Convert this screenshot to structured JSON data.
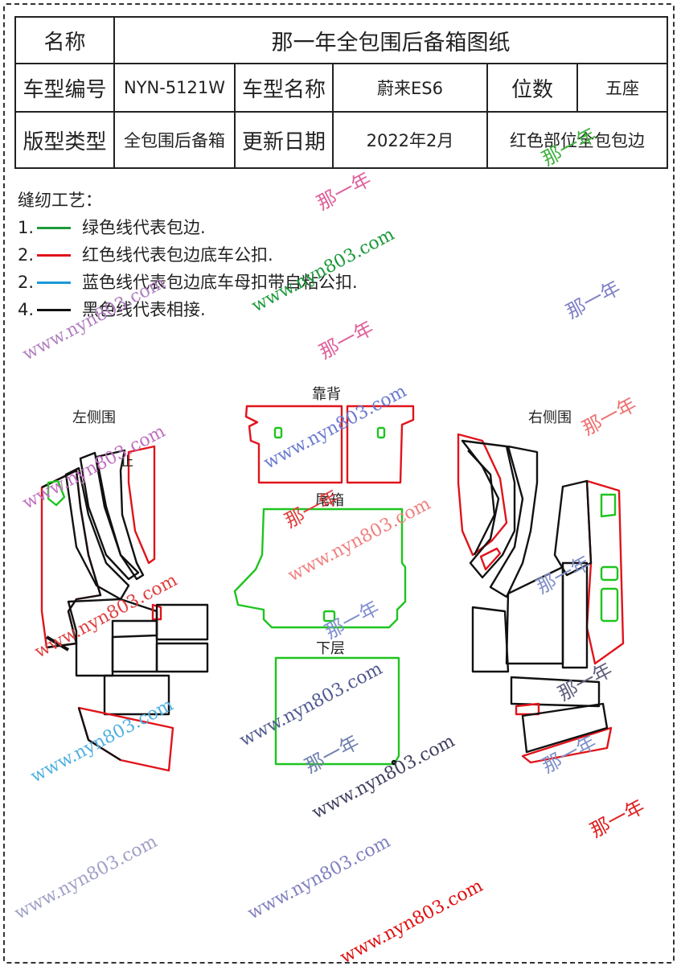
{
  "table": {
    "name_label": "名称",
    "title": "那一年全包围后备箱图纸",
    "model_no_label": "车型编号",
    "model_no": "NYN-5121W",
    "model_name_label": "车型名称",
    "model_name": "蔚来ES6",
    "seats_label": "位数",
    "seats": "五座",
    "type_label": "版型类型",
    "type": "全包围后备箱",
    "update_label": "更新日期",
    "update_date": "2022年2月",
    "note": "红色部位全包包边"
  },
  "legend": {
    "heading": "缝纫工艺：",
    "items": [
      {
        "num": "1.",
        "color": "#1a9a3a",
        "text": "绿色线代表包边."
      },
      {
        "num": "2.",
        "color": "#e0141b",
        "text": "红色线代表包边底车公扣."
      },
      {
        "num": "2.",
        "color": "#1a9ad6",
        "text": "蓝色线代表包边底车母扣带自粘公扣."
      },
      {
        "num": "4.",
        "color": "#111111",
        "text": "黑色线代表相接."
      }
    ]
  },
  "parts": {
    "left_side": "左侧围",
    "left_mark": "止",
    "backrest": "靠背",
    "trunk": "尾箱",
    "right_side": "右侧围",
    "lower": "下层"
  },
  "watermarks": {
    "url": "www.nyn803.com",
    "brand": "那一年"
  },
  "colors": {
    "green": "#1fc41f",
    "red": "#e0141b",
    "black": "#111111"
  }
}
